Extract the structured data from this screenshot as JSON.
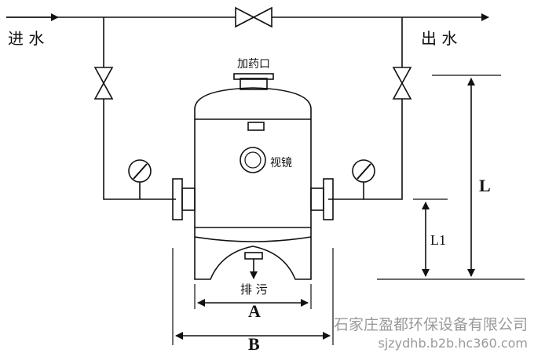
{
  "labels": {
    "inlet": "进 水",
    "outlet": "出 水",
    "dosing_port": "加药口",
    "sight_glass": "视镜",
    "drain": "排 污",
    "dim_a": "A",
    "dim_b": "B",
    "dim_l": "L",
    "dim_l1": "L1"
  },
  "watermark": {
    "company": "石家庄盈都环保设备有限公司",
    "url": "sjzydhb.b2b.hc360.com"
  },
  "colors": {
    "line": "#111111",
    "watermark": "#9a9a9a"
  }
}
